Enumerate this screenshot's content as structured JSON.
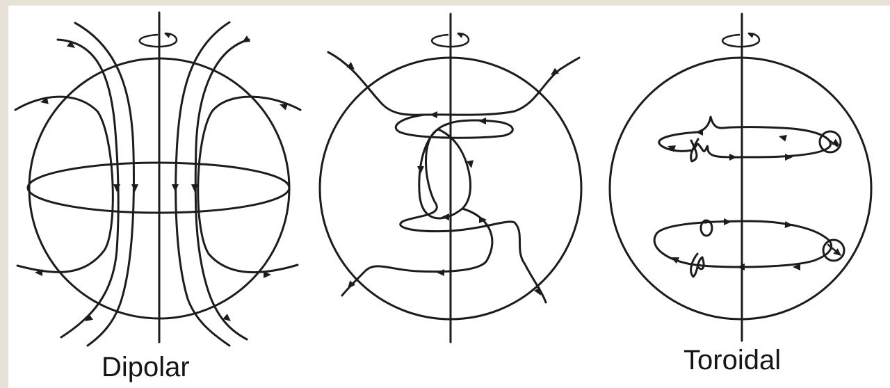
{
  "figure": {
    "panels": [
      {
        "id": "dipolar",
        "label": "Dipolar"
      },
      {
        "id": "mixed",
        "label": ""
      },
      {
        "id": "toroidal",
        "label": "Toroidal"
      }
    ],
    "colors": {
      "line": "#1c1c1c",
      "background": "#ffffff",
      "frame": "#e6e2d7"
    }
  }
}
